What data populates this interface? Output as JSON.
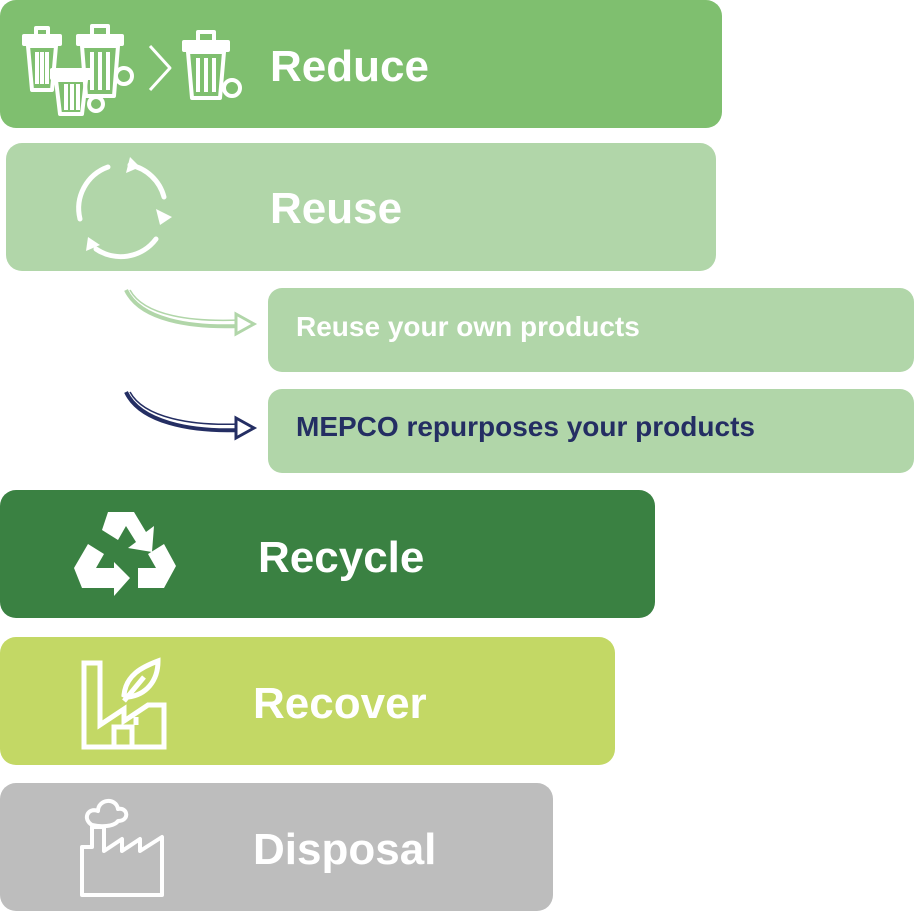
{
  "colors": {
    "reduce": "#7fbf6f",
    "reuse": "#b1d6a9",
    "sub_reuse": "#b1d6a9",
    "sub_own_text": "#ffffff",
    "sub_mepco_text": "#242e63",
    "arrow_light": "#b1d6a9",
    "arrow_dark": "#242e63",
    "recycle": "#3a8142",
    "recover": "#c3d865",
    "disposal": "#bdbdbd",
    "icon": "#ffffff"
  },
  "tiers": {
    "reduce": {
      "label": "Reduce",
      "icon": "trash-reduce-icon"
    },
    "reuse": {
      "label": "Reuse",
      "icon": "circular-arrows-icon"
    },
    "recycle": {
      "label": "Recycle",
      "icon": "recycle-icon"
    },
    "recover": {
      "label": "Recover",
      "icon": "factory-leaf-icon"
    },
    "disposal": {
      "label": "Disposal",
      "icon": "factory-smoke-icon"
    }
  },
  "reuse_options": {
    "own": "Reuse your  own products",
    "mepco": "MEPCO repurposes your  products"
  }
}
